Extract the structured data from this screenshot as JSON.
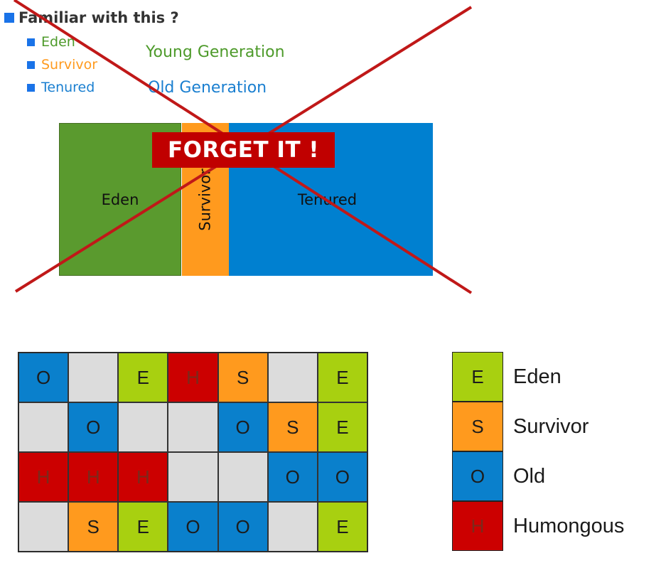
{
  "slide": {
    "title": "Familiar with this ?",
    "bullets": [
      {
        "label": "Eden",
        "color": "#4d9a2a"
      },
      {
        "label": "Survivor",
        "color": "#ff9a1e"
      },
      {
        "label": "Tenured",
        "color": "#1a7fd0"
      }
    ],
    "generations": {
      "young": "Young Generation",
      "old": "Old Generation"
    },
    "blocks": {
      "eden": "Eden",
      "survivor": "Survivor",
      "tenured": "Tenured"
    },
    "banner": "FORGET IT !"
  },
  "grid": {
    "rows": [
      [
        "O",
        "",
        "E",
        "H",
        "S",
        "",
        "E"
      ],
      [
        "",
        "O",
        "",
        "",
        "O",
        "S",
        "E"
      ],
      [
        "H",
        "H",
        "H",
        "",
        "",
        "O",
        "O"
      ],
      [
        "",
        "S",
        "E",
        "O",
        "O",
        "",
        "E"
      ]
    ]
  },
  "legend": [
    {
      "letter": "E",
      "label": "Eden",
      "color": "#a8d010"
    },
    {
      "letter": "S",
      "label": "Survivor",
      "color": "#ff9a1e"
    },
    {
      "letter": "O",
      "label": "Old",
      "color": "#0a80cc"
    },
    {
      "letter": "H",
      "label": "Humongous",
      "color": "#cc0000"
    }
  ]
}
